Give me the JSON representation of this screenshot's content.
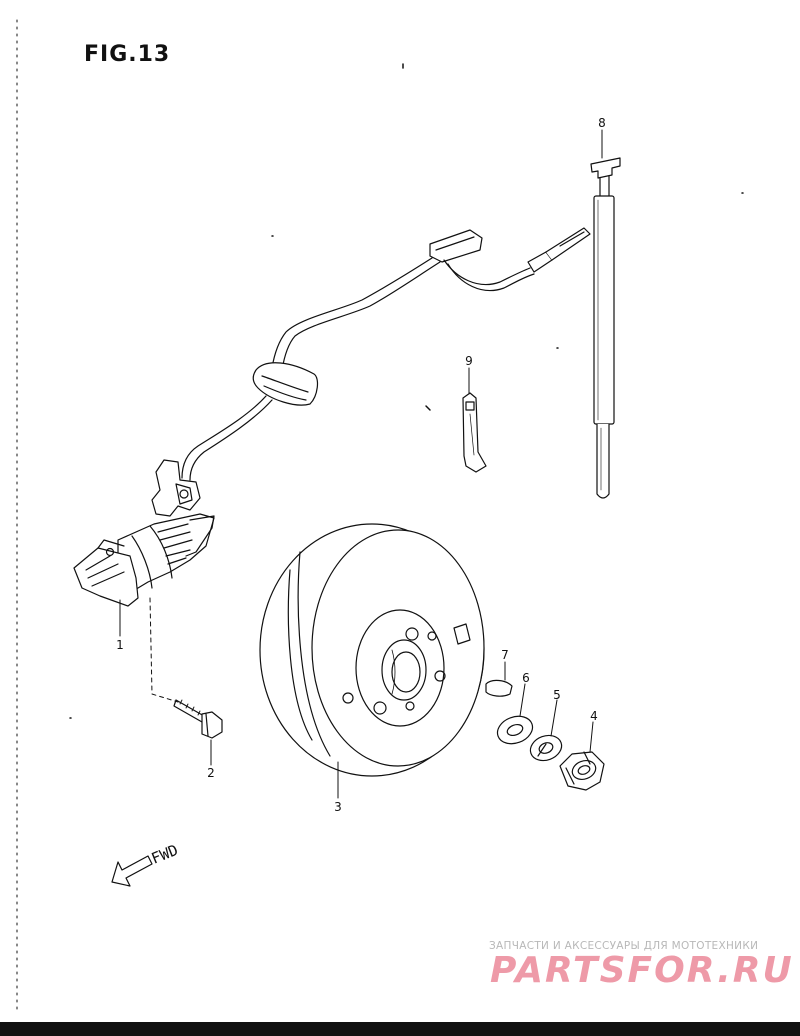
{
  "figure": {
    "title": "FIG.13"
  },
  "callouts": [
    {
      "num": "1",
      "part": "pulser-coil"
    },
    {
      "num": "2",
      "part": "bolt"
    },
    {
      "num": "3",
      "part": "rotor-flywheel"
    },
    {
      "num": "4",
      "part": "nut"
    },
    {
      "num": "5",
      "part": "spring-washer"
    },
    {
      "num": "6",
      "part": "washer"
    },
    {
      "num": "7",
      "part": "key"
    },
    {
      "num": "8",
      "part": "boot-sleeve"
    },
    {
      "num": "9",
      "part": "clamp"
    }
  ],
  "direction": {
    "label": "FWD"
  },
  "watermark": {
    "caption": "ЗАПЧАСТИ И АКСЕССУАРЫ ДЛЯ МОТОТЕХНИКИ",
    "brand": "PARTSFOR.RU"
  },
  "colors": {
    "ink": "#111111",
    "watermark_brand": "#ee9aa8",
    "watermark_caption": "#b8b8b8"
  }
}
